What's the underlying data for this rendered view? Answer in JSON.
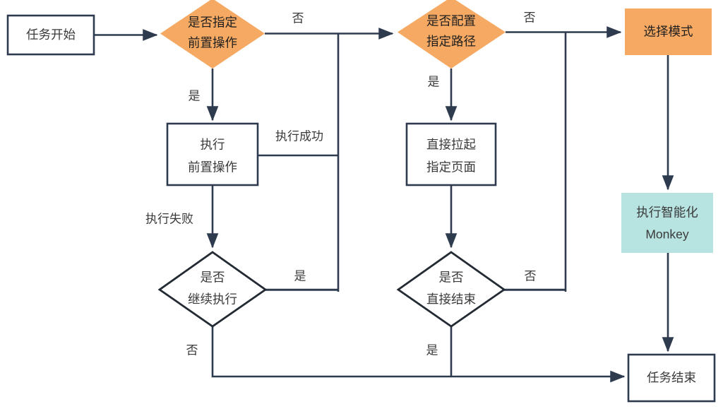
{
  "diagram": {
    "type": "flowchart",
    "title": "",
    "colors": {
      "orange_fill": "#F5A962",
      "cyan_fill": "#B7E3E1",
      "white_fill": "#FFFFFF",
      "stroke": "#2E3B4E",
      "text": "#3A3A3A",
      "background": "#FFFFFF"
    },
    "nodes": [
      {
        "id": "start",
        "shape": "rectangle",
        "style": "white",
        "lines": [
          "任务开始"
        ]
      },
      {
        "id": "dec_pre",
        "shape": "diamond",
        "style": "orange",
        "lines": [
          "是否指定",
          "前置操作"
        ]
      },
      {
        "id": "dec_path",
        "shape": "diamond",
        "style": "orange",
        "lines": [
          "是否配置",
          "指定路径"
        ]
      },
      {
        "id": "select_mode",
        "shape": "rectangle",
        "style": "orange",
        "lines": [
          "选择模式"
        ]
      },
      {
        "id": "exec_pre",
        "shape": "rectangle",
        "style": "white",
        "lines": [
          "执行",
          "前置操作"
        ]
      },
      {
        "id": "launch_page",
        "shape": "rectangle",
        "style": "white",
        "lines": [
          "直接拉起",
          "指定页面"
        ]
      },
      {
        "id": "monkey",
        "shape": "rectangle",
        "style": "cyan",
        "lines": [
          "执行智能化",
          "Monkey"
        ]
      },
      {
        "id": "dec_continue",
        "shape": "diamond",
        "style": "white",
        "lines": [
          "是否",
          "继续执行"
        ]
      },
      {
        "id": "dec_finish",
        "shape": "diamond",
        "style": "white",
        "lines": [
          "是否",
          "直接结束"
        ]
      },
      {
        "id": "end",
        "shape": "rectangle",
        "style": "white",
        "lines": [
          "任务结束"
        ]
      }
    ],
    "edges": [
      {
        "id": "e_start_decpre",
        "from": "start",
        "to": "dec_pre",
        "label": ""
      },
      {
        "id": "e_decpre_no",
        "from": "dec_pre",
        "to": "junction-a",
        "label": "否"
      },
      {
        "id": "e_decpre_yes",
        "from": "dec_pre",
        "to": "exec_pre",
        "label": "是"
      },
      {
        "id": "e_execpre_success",
        "from": "exec_pre",
        "to": "junction-a",
        "label": "执行成功"
      },
      {
        "id": "e_execpre_fail",
        "from": "exec_pre",
        "to": "dec_continue",
        "label": "执行失败"
      },
      {
        "id": "e_deccontinue_yes",
        "from": "dec_continue",
        "to": "junction-a",
        "label": "是"
      },
      {
        "id": "e_deccontinue_no",
        "from": "dec_continue",
        "to": "end",
        "label": "否"
      },
      {
        "id": "e_decpath_no",
        "from": "dec_path",
        "to": "select_mode",
        "label": "否"
      },
      {
        "id": "e_decpath_yes",
        "from": "dec_path",
        "to": "launch_page",
        "label": "是"
      },
      {
        "id": "e_launchpage_decfinish",
        "from": "launch_page",
        "to": "dec_finish",
        "label": ""
      },
      {
        "id": "e_decfinish_no",
        "from": "dec_finish",
        "to": "junction-b",
        "label": "否"
      },
      {
        "id": "e_decfinish_yes",
        "from": "dec_finish",
        "to": "end",
        "label": "是"
      },
      {
        "id": "e_selectmode_monkey",
        "from": "select_mode",
        "to": "monkey",
        "label": ""
      },
      {
        "id": "e_monkey_end",
        "from": "monkey",
        "to": "end",
        "label": ""
      }
    ],
    "labels": {
      "start": "任务开始",
      "dec_pre_l1": "是否指定",
      "dec_pre_l2": "前置操作",
      "dec_path_l1": "是否配置",
      "dec_path_l2": "指定路径",
      "select_mode": "选择模式",
      "exec_pre_l1": "执行",
      "exec_pre_l2": "前置操作",
      "launch_page_l1": "直接拉起",
      "launch_page_l2": "指定页面",
      "monkey_l1": "执行智能化",
      "monkey_l2": "Monkey",
      "dec_continue_l1": "是否",
      "dec_continue_l2": "继续执行",
      "dec_finish_l1": "是否",
      "dec_finish_l2": "直接结束",
      "end": "任务结束",
      "edge_decpre_no": "否",
      "edge_decpre_yes": "是",
      "edge_exec_success": "执行成功",
      "edge_exec_fail": "执行失败",
      "edge_continue_yes": "是",
      "edge_continue_no": "否",
      "edge_decpath_no": "否",
      "edge_decpath_yes": "是",
      "edge_finish_no": "否",
      "edge_finish_yes": "是"
    }
  }
}
